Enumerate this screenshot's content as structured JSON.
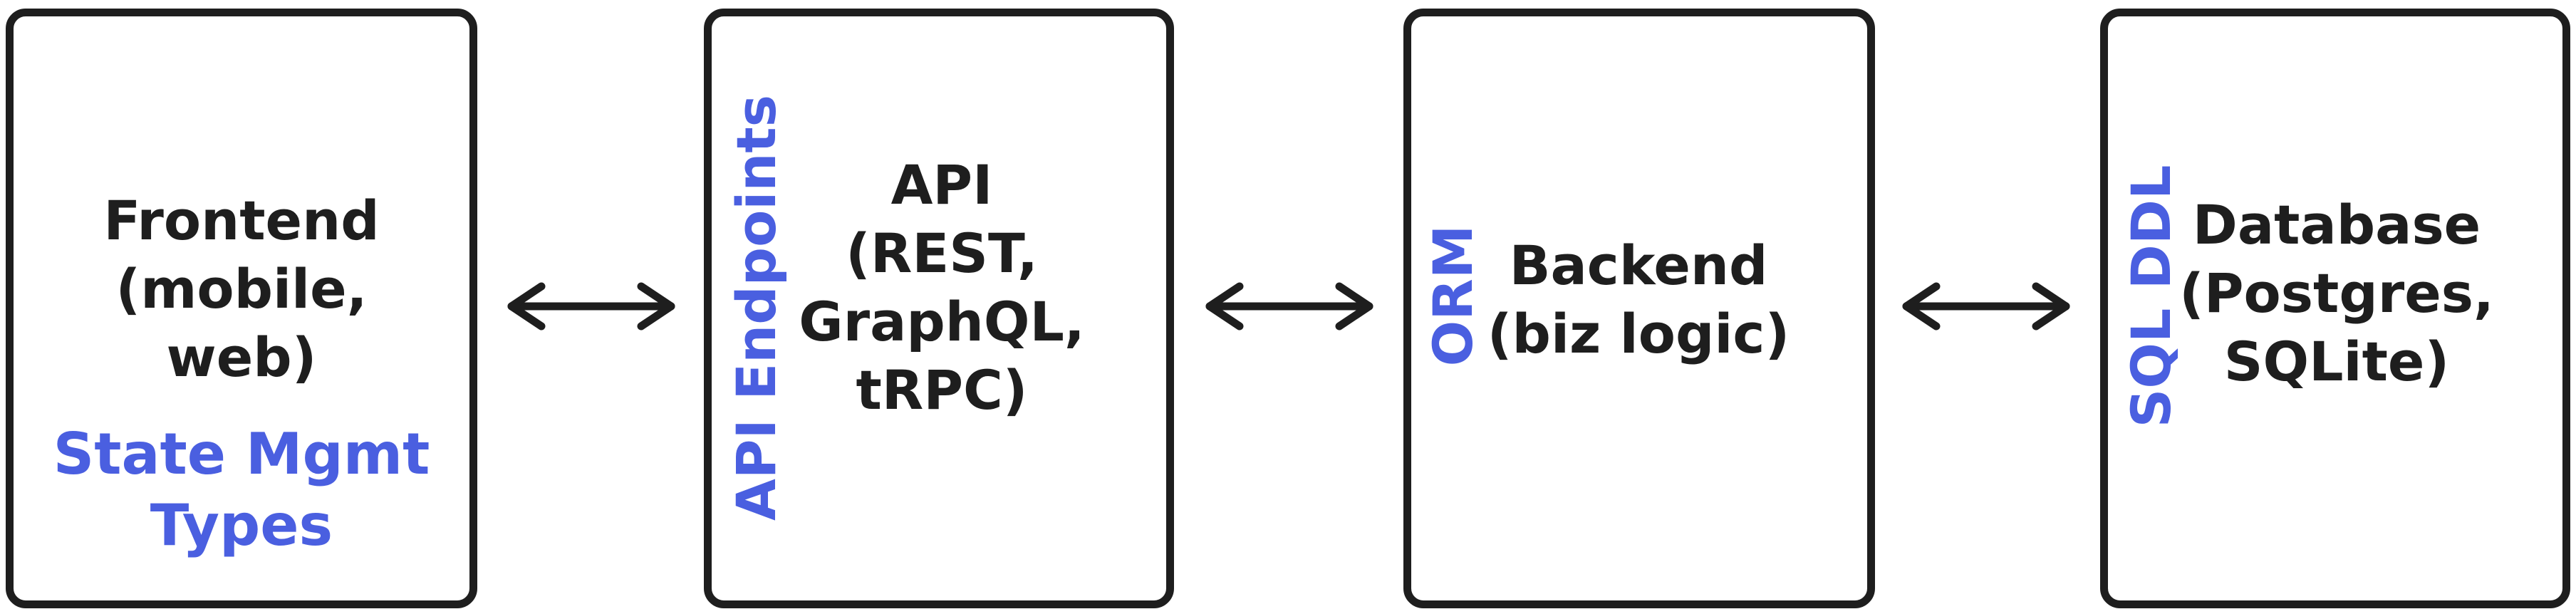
{
  "boxes": {
    "frontend": {
      "lines": [
        "Frontend",
        "(mobile,",
        "web)"
      ],
      "annotations": [
        "State Mgmt",
        "Types"
      ]
    },
    "api": {
      "lines": [
        "API",
        "(REST,",
        "GraphQL,",
        "tRPC)"
      ],
      "annotation": "API Endpoints"
    },
    "backend": {
      "lines": [
        "Backend",
        "(biz logic)"
      ],
      "annotation": "ORM"
    },
    "database": {
      "lines": [
        "Database",
        "(Postgres,",
        "SQLite)"
      ],
      "annotation": "SQL DDL"
    }
  },
  "connectors": [
    "frontend-api",
    "api-backend",
    "backend-database"
  ],
  "colors": {
    "stroke": "#1e1e1e",
    "accent": "#4a5fe0"
  }
}
